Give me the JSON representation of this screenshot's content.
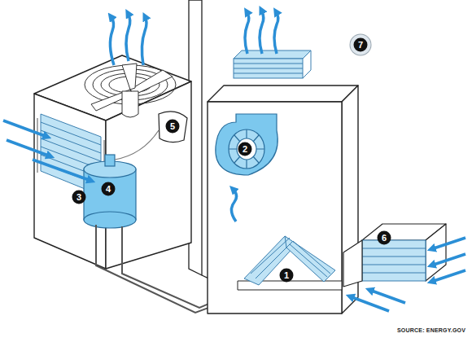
{
  "diagram": {
    "labels": [
      "1",
      "2",
      "3",
      "4",
      "5",
      "6",
      "7",
      "SOURCE: ENERGY.GOV"
    ]
  }
}
